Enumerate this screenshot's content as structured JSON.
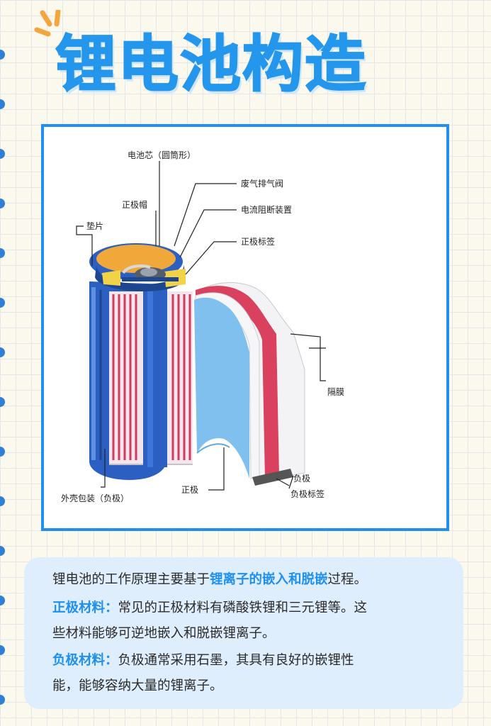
{
  "title": "锂电池构造",
  "colors": {
    "accent": "#1f8ff0",
    "title": "#2496ec",
    "spark": "#f4a63c"
  },
  "diagram": {
    "labels": {
      "core": "电池芯（圆筒形）",
      "vent": "废气排气阀",
      "ptc": "电流阻断装置",
      "cap": "正极帽",
      "tab_pos": "正极标签",
      "gasket": "垫片",
      "separator": "隔膜",
      "neg": "负极",
      "pos": "正极",
      "tab_neg": "负极标签",
      "case": "外壳包装（负极）"
    }
  },
  "text": {
    "intro_before": "锂电池的工作原理主要基于",
    "intro_highlight": "锂离子的嵌入和脱嵌",
    "intro_after": "过程。",
    "pos_heading": "正极材料：",
    "pos_line1": "常见的正极材料有磷酸铁锂和三元锂等。这",
    "pos_line2": "些材料能够可逆地嵌入和脱嵌锂离子。",
    "neg_heading": "负极材料：",
    "neg_line1": "负极通常采用石墨，其具有良好的嵌锂性",
    "neg_line2": "能，能够容纳大量的锂离子。"
  }
}
